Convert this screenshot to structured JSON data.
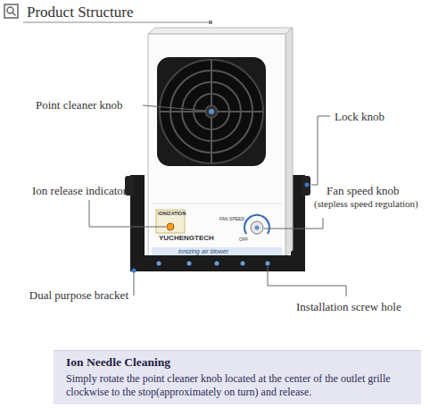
{
  "diagram": {
    "title": "Product Structure",
    "nodes": [
      {
        "text": [
          "Ion Needle Cleaning",
          "Simply rotate the point cleaner knob located at the center of the outlet grille clockwise to the stop(approximately on turn) and release."
        ]
      }
    ],
    "labels": [
      "Point cleaner knob",
      "Lock knob",
      "Ion release indicator",
      "IONIZATION",
      "FAN SPEED",
      "Fan speed knob",
      "(stepless speed regulation)",
      "YUCHENGTECH",
      "OFF",
      "ionizing air blower",
      "Dual purpose bracket",
      "Installation screw hole"
    ]
  }
}
